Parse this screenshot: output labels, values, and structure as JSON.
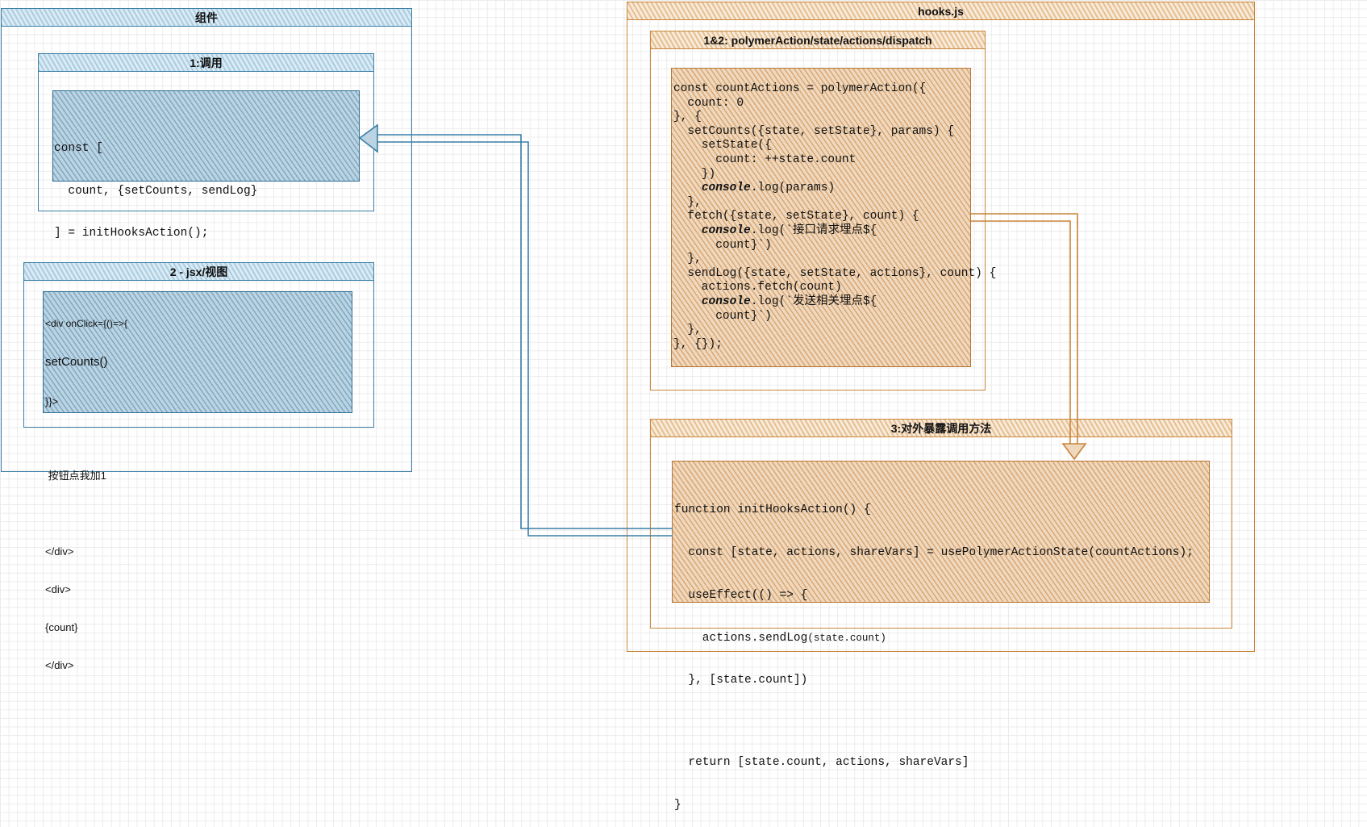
{
  "component": {
    "title": "组件",
    "call_section": {
      "title": "1:调用",
      "code": [
        "const [",
        "  count, {setCounts, sendLog}",
        "] = initHooksAction();"
      ]
    },
    "view_section": {
      "title": "2 - jsx/视图",
      "lines": [
        "<div onClick={()=>{",
        "setCounts()",
        "}}>",
        "",
        " 按钮点我加1",
        "",
        "</div>",
        "<div>",
        "{count}",
        "</div>"
      ]
    }
  },
  "hooks": {
    "title": "hooks.js",
    "dispatch_section": {
      "title": "1&2: polymerAction/state/actions/dispatch",
      "code": [
        {
          "text": "const countActions = polymerAction({"
        },
        {
          "text": "  count: 0"
        },
        {
          "text": "}, {"
        },
        {
          "text": "  setCounts({state, setState}, params) {"
        },
        {
          "text": "    setState({"
        },
        {
          "text": "      count: ++state.count"
        },
        {
          "text": "    })"
        },
        {
          "indent": "    ",
          "em": "console",
          "text": ".log(params)"
        },
        {
          "text": "  },"
        },
        {
          "text": "  fetch({state, setState}, count) {"
        },
        {
          "indent": "    ",
          "em": "console",
          "text": ".log(`接口请求埋点${"
        },
        {
          "text": "      count}`)"
        },
        {
          "text": "  },"
        },
        {
          "text": "  sendLog({state, setState, actions}, count) {"
        },
        {
          "text": "    actions.fetch(count)"
        },
        {
          "indent": "    ",
          "em": "console",
          "text": ".log(`发送相关埋点${"
        },
        {
          "text": "      count}`)"
        },
        {
          "text": "  },"
        },
        {
          "text": "}, {});"
        }
      ]
    },
    "expose_section": {
      "title": "3:对外暴露调用方法",
      "code": {
        "line1": "function initHooksAction() {",
        "line2": "  const [state, actions, shareVars] = usePolymerActionState(countActions);",
        "line3": "  useEffect(() => {",
        "line4_main": "    actions.sendLog",
        "line4_small": "(state.count)",
        "line5": "  }, [state.count])",
        "line6": "  return [state.count, actions, shareVars]",
        "line7": "}"
      }
    }
  },
  "colors": {
    "blue": "#3a7fa6",
    "orange": "#c9853a"
  }
}
